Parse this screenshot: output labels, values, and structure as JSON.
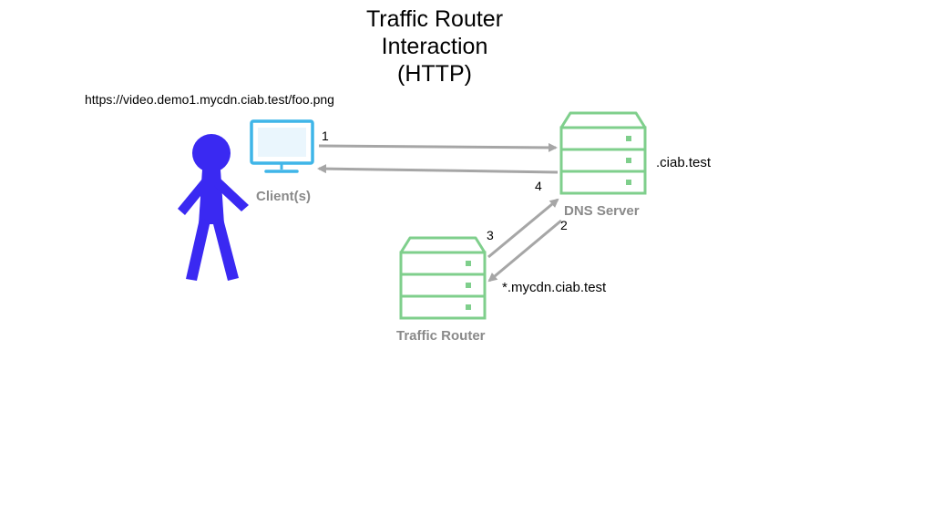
{
  "title": {
    "lines": [
      "Traffic Router",
      "Interaction",
      "(HTTP)"
    ]
  },
  "request_url": "https://video.demo1.mycdn.ciab.test/foo.png",
  "nodes": {
    "client": {
      "label": "Client(s)"
    },
    "dns_server": {
      "label": "DNS Server",
      "zone": ".ciab.test"
    },
    "traffic_router": {
      "label": "Traffic Router",
      "zone": "*.mycdn.ciab.test"
    }
  },
  "steps": [
    "1",
    "2",
    "3",
    "4"
  ],
  "colors": {
    "person": "#3a29f2",
    "monitor": "#3fb5e8",
    "server": "#7fcf8c",
    "arrow": "#a6a6a6",
    "node_label": "#8a8a8a"
  },
  "icons": [
    "person-icon",
    "monitor-icon",
    "server-icon"
  ]
}
